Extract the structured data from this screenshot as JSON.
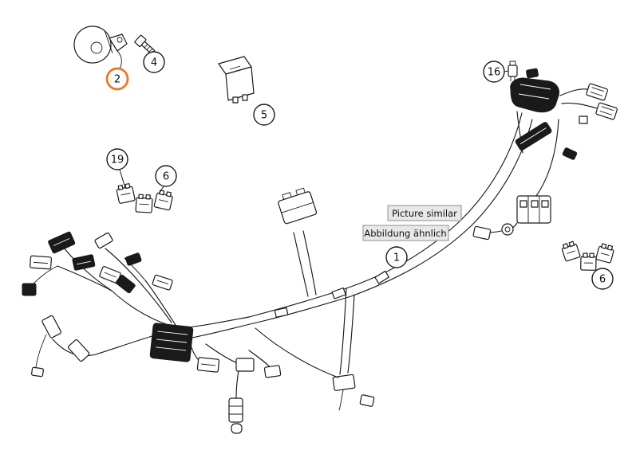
{
  "page": {
    "background": "#ffffff"
  },
  "diagram": {
    "type": "parts-diagram",
    "subject": "wiring-harness",
    "notes": [
      {
        "id": "picture-similar",
        "text": "Picture similar"
      },
      {
        "id": "abbildung-aehnlich",
        "text": "Abbildung ähnlich"
      }
    ],
    "callouts": [
      {
        "label": "2",
        "highlighted": true,
        "part": "horn"
      },
      {
        "label": "4",
        "highlighted": false,
        "part": "screw"
      },
      {
        "label": "5",
        "highlighted": false,
        "part": "relay"
      },
      {
        "label": "19",
        "highlighted": false,
        "part": "fuse-left"
      },
      {
        "label": "6",
        "highlighted": false,
        "part": "fuse-left-group"
      },
      {
        "label": "16",
        "highlighted": false,
        "part": "clip"
      },
      {
        "label": "1",
        "highlighted": false,
        "part": "wiring-harness"
      },
      {
        "label": "6",
        "highlighted": false,
        "part": "fuse-right-group"
      }
    ],
    "colors": {
      "highlight_ring": "#ef7420",
      "line": "#1a1a1a",
      "note_background": "#e8e8e8",
      "note_border": "#8f8f8f"
    }
  }
}
